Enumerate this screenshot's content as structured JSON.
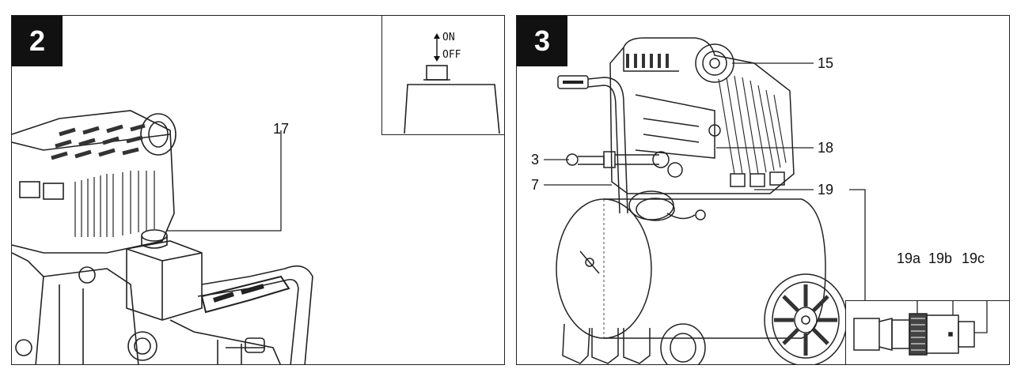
{
  "panels": [
    {
      "number": "2",
      "callouts": [
        "17"
      ],
      "switch_inset": {
        "on_label": "ON",
        "off_label": "OFF"
      }
    },
    {
      "number": "3",
      "callouts": [
        "15",
        "18",
        "3",
        "7",
        "19"
      ],
      "coupling_inset": {
        "labels": [
          "19a",
          "19b",
          "19c"
        ]
      }
    }
  ]
}
